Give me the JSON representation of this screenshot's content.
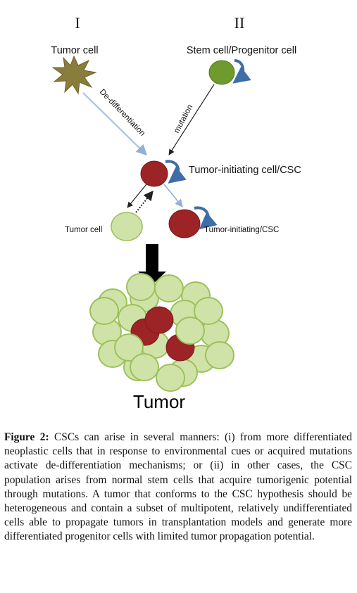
{
  "diagram": {
    "col_i": "I",
    "col_ii": "II",
    "tumor_cell_top": "Tumor cell",
    "stem_cell": "Stem cell/Progenitor cell",
    "dedifferentiation": "De-differentiation",
    "mutation": "mutation",
    "tic": "Tumor-initiating cell/CSC",
    "tumor_cell_bottom": "Tumor cell",
    "tic_bottom": "Tumor-initiating/CSC",
    "tumor": "Tumor"
  },
  "colors": {
    "tumor_cell_star": "#8a7c3a",
    "stem_cell": "#6e9a2e",
    "csc": "#9c2426",
    "diff_cell": "#cfe3a8",
    "diff_cell_outline": "#9cc05a",
    "dedifferentiation_arrow": "#a8c4e0",
    "self_renewal_arrow": "#3e6ea8"
  },
  "caption": {
    "label": "Figure 2:",
    "text": "CSCs can arise in several manners: (i) from more differentiated neoplastic cells that in response to environmental cues or acquired mutations activate de-differentiation mechanisms; or (ii) in other cases, the CSC population arises from normal stem cells that acquire tumorigenic potential through mutations. A tumor that conforms to the CSC hypothesis should be heterogeneous and contain a subset of multipotent, relatively undifferentiated cells able to propagate tumors in transplantation models and generate more differentiated progenitor cells with limited tumor propagation potential."
  }
}
